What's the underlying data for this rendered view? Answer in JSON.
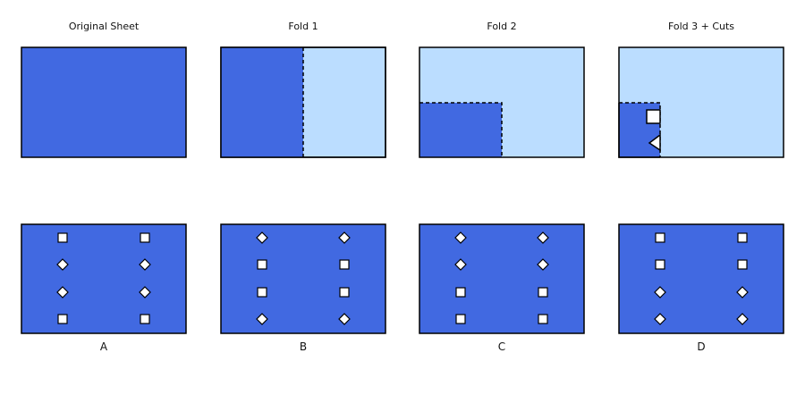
{
  "colors": {
    "paper_dark": "#4169E1",
    "paper_light": "#BBDDFF",
    "outline": "#000000",
    "hole_fill": "#FFFFFF"
  },
  "steps": [
    {
      "title": "Original Sheet"
    },
    {
      "title": "Fold 1"
    },
    {
      "title": "Fold 2"
    },
    {
      "title": "Fold 3 + Cuts"
    }
  ],
  "options": [
    {
      "label": "A",
      "holes": [
        [
          "square",
          "square"
        ],
        [
          "diamond",
          "diamond"
        ],
        [
          "diamond",
          "diamond"
        ],
        [
          "square",
          "square"
        ]
      ]
    },
    {
      "label": "B",
      "holes": [
        [
          "diamond",
          "diamond"
        ],
        [
          "square",
          "square"
        ],
        [
          "square",
          "square"
        ],
        [
          "diamond",
          "diamond"
        ]
      ]
    },
    {
      "label": "C",
      "holes": [
        [
          "diamond",
          "diamond"
        ],
        [
          "diamond",
          "diamond"
        ],
        [
          "square",
          "square"
        ],
        [
          "square",
          "square"
        ]
      ]
    },
    {
      "label": "D",
      "holes": [
        [
          "square",
          "square"
        ],
        [
          "square",
          "square"
        ],
        [
          "diamond",
          "diamond"
        ],
        [
          "diamond",
          "diamond"
        ]
      ]
    }
  ]
}
